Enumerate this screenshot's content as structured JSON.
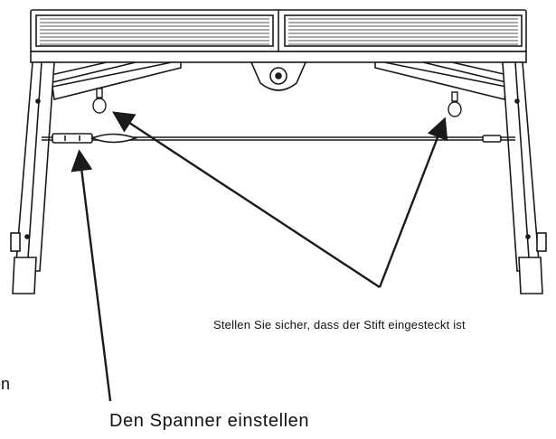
{
  "diagram": {
    "labels": {
      "pin_note": "Stellen Sie sicher, dass der Stift eingesteckt ist",
      "cut_off_left": "en",
      "tensioner_note": "Den Spanner einstellen"
    },
    "colors": {
      "line": "#1a1a1a",
      "fill": "#ffffff",
      "slat_gray": "#8c8c8c"
    }
  }
}
